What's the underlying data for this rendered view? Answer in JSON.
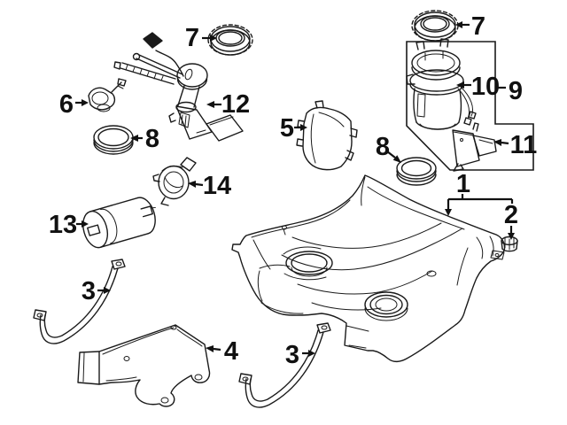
{
  "diagram": {
    "type": "exploded-parts-diagram",
    "subject": "Fuel tank and fuel pump components",
    "background_color": "#ffffff",
    "line_color": "#1a1a1a",
    "callouts": {
      "fuel_tank": {
        "label": "1"
      },
      "grommet": {
        "label": "2"
      },
      "strap_left": {
        "label": "3"
      },
      "strap_right": {
        "label": "3"
      },
      "heat_shield": {
        "label": "4"
      },
      "side_cover": {
        "label": "5"
      },
      "vent_valve": {
        "label": "6"
      },
      "lock_ring_left": {
        "label": "7"
      },
      "lock_ring_right": {
        "label": "7"
      },
      "seal_ring_left": {
        "label": "8"
      },
      "seal_ring_right": {
        "label": "8"
      },
      "pump_assembly_kit": {
        "label": "9"
      },
      "fuel_pump_module": {
        "label": "10"
      },
      "mount_bracket": {
        "label": "11"
      },
      "fuel_sender_unit": {
        "label": "12"
      },
      "fuel_filter": {
        "label": "13"
      },
      "filter_bracket": {
        "label": "14"
      }
    }
  }
}
